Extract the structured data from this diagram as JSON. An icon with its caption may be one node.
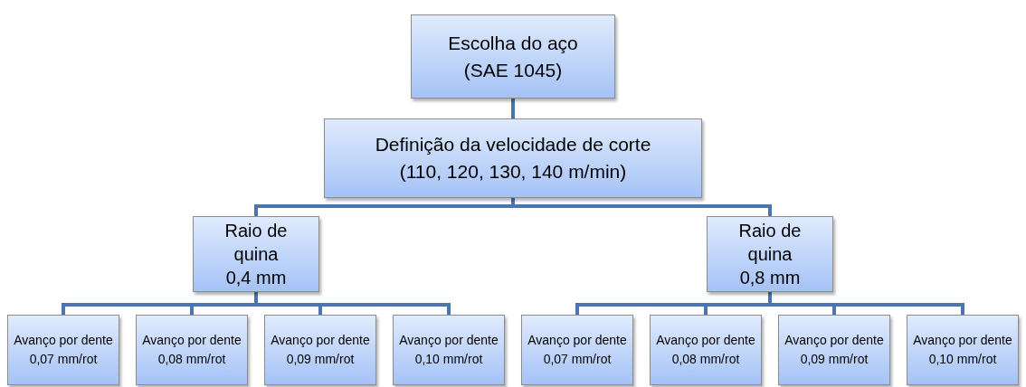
{
  "diagram": {
    "nodes": [
      {
        "text": [
          "Escolha do aço",
          "(SAE 1045)"
        ]
      },
      {
        "text": [
          "Definição da velocidade de corte",
          "(110, 120, 130, 140 m/min)"
        ]
      },
      {
        "text": [
          "Raio de quina",
          "0,4 mm"
        ]
      },
      {
        "text": [
          "Raio de quina",
          "0,8 mm"
        ]
      },
      {
        "text": [
          "Avanço por dente",
          "0,07 mm/rot"
        ]
      },
      {
        "text": [
          "Avanço por dente",
          "0,08 mm/rot"
        ]
      },
      {
        "text": [
          "Avanço por dente",
          "0,09 mm/rot"
        ]
      },
      {
        "text": [
          "Avanço por dente",
          "0,10 mm/rot"
        ]
      },
      {
        "text": [
          "Avanço por dente",
          "0,07 mm/rot"
        ]
      },
      {
        "text": [
          "Avanço por dente",
          "0,08 mm/rot"
        ]
      },
      {
        "text": [
          "Avanço por dente",
          "0,09 mm/rot"
        ]
      },
      {
        "text": [
          "Avanço por dente",
          "0,10 mm/rot"
        ]
      }
    ],
    "edges": [
      {
        "from": 0,
        "to": 1,
        "arrow": "none"
      },
      {
        "from": 1,
        "to": 2,
        "arrow": "none"
      },
      {
        "from": 1,
        "to": 3,
        "arrow": "none"
      },
      {
        "from": 2,
        "to": 4,
        "arrow": "none"
      },
      {
        "from": 2,
        "to": 5,
        "arrow": "none"
      },
      {
        "from": 2,
        "to": 6,
        "arrow": "none"
      },
      {
        "from": 2,
        "to": 7,
        "arrow": "none"
      },
      {
        "from": 3,
        "to": 8,
        "arrow": "none"
      },
      {
        "from": 3,
        "to": 9,
        "arrow": "none"
      },
      {
        "from": 3,
        "to": 10,
        "arrow": "none"
      },
      {
        "from": 3,
        "to": 11,
        "arrow": "none"
      }
    ]
  }
}
